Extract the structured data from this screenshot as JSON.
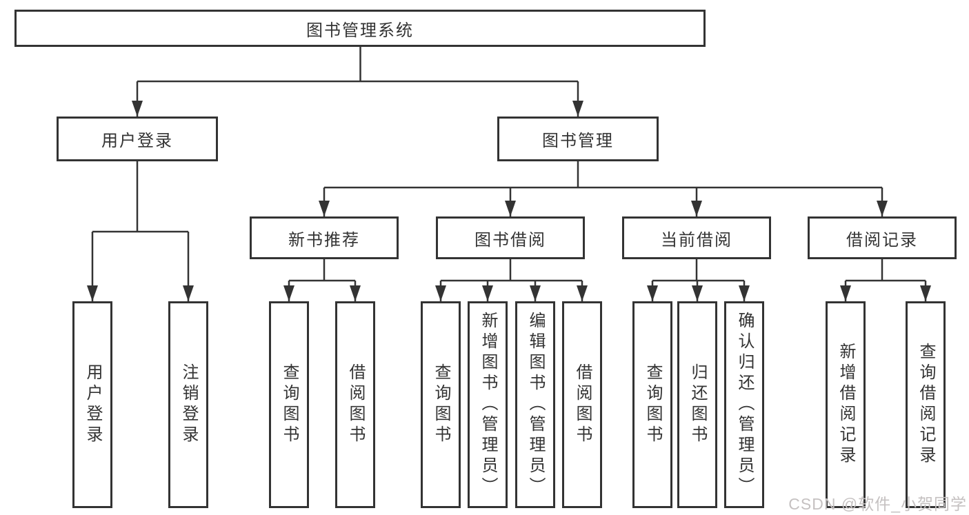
{
  "tree": {
    "label": "图书管理系统",
    "children": [
      {
        "label": "用户登录",
        "children": [
          {
            "label": "用户登录"
          },
          {
            "label": "注销登录"
          }
        ]
      },
      {
        "label": "图书管理",
        "children": [
          {
            "label": "新书推荐",
            "children": [
              {
                "label": "查询图书"
              },
              {
                "label": "借阅图书"
              }
            ]
          },
          {
            "label": "图书借阅",
            "children": [
              {
                "label": "查询图书"
              },
              {
                "label": "新增图书（管理员）"
              },
              {
                "label": "编辑图书（管理员）"
              },
              {
                "label": "借阅图书"
              }
            ]
          },
          {
            "label": "当前借阅",
            "children": [
              {
                "label": "查询图书"
              },
              {
                "label": "归还图书"
              },
              {
                "label": "确认归还（管理员）"
              }
            ]
          },
          {
            "label": "借阅记录",
            "children": [
              {
                "label": "新增借阅记录"
              },
              {
                "label": "查询借阅记录"
              }
            ]
          }
        ]
      }
    ]
  },
  "watermark": {
    "text": "CSDN @软件_小贺同学"
  },
  "colors": {
    "line": "#333333",
    "box_border": "#333333",
    "box_fill": "#ffffff",
    "text": "#333333",
    "watermark": "#c5c1c1",
    "background": "#ffffff"
  }
}
